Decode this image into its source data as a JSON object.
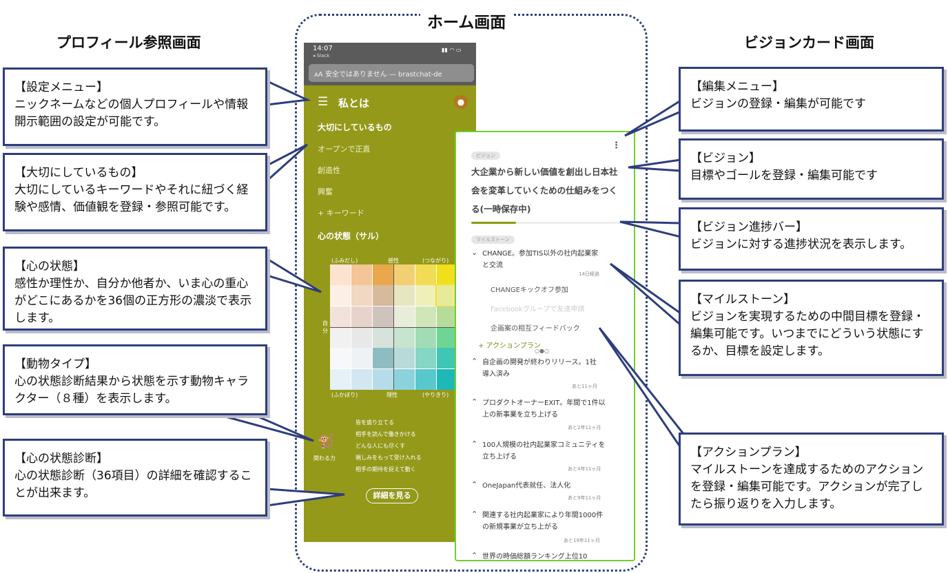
{
  "sections": {
    "profile_title": "プロフィール参照画面",
    "home_title": "ホーム画面",
    "vision_title": "ビジョンカード画面"
  },
  "callouts": {
    "settings_menu": {
      "title": "【設定メニュー】",
      "body": "ニックネームなどの個人プロフィールや情報開示範囲の設定が可能です。"
    },
    "values": {
      "title": "【大切にしているもの】",
      "body": "大切にしているキーワードやそれに紐づく経験や感情、価値観を登録・参照可能です。"
    },
    "mind_state": {
      "title": "【心の状態】",
      "body": "感性か理性か、自分か他者か、いま心の重心がどこにあるかを36個の正方形の濃淡で表示します。"
    },
    "animal_type": {
      "title": "【動物タイプ】",
      "body": "心の状態診断結果から状態を示す動物キャラクター（８種）を表示します。"
    },
    "mind_diagnosis": {
      "title": "【心の状態診断】",
      "body": "心の状態診断（36項目）の詳細を確認することが出来ます。"
    },
    "edit_menu": {
      "title": "【編集メニュー】",
      "body": "ビジョンの登録・編集が可能です"
    },
    "vision": {
      "title": "【ビジョン】",
      "body": "目標やゴールを登録・編集可能です"
    },
    "vision_progress": {
      "title": "【ビジョン進捗バー】",
      "body": "ビジョンに対する進捗状況を表示します。"
    },
    "milestone": {
      "title": "【マイルストーン】",
      "body": "ビジョンを実現するための中間目標を登録・編集可能です。いつまでにどういう状態にするか、目標を設定します。"
    },
    "action_plan": {
      "title": "【アクションプラン】",
      "body": "マイルストーンを達成するためのアクションを登録・編集可能です。アクションが完了したら振り返りを入力します。"
    }
  },
  "phone": {
    "status_time": "14:07",
    "status_back": "◂ Slack",
    "url_text": "ᴀA  安全ではありません — brastchat-de",
    "header_title": "私とは",
    "values_heading": "大切にしているもの",
    "keywords": [
      "オープンで正直",
      "創造性",
      "興奮"
    ],
    "add_keyword": "+  キーワード",
    "mind_heading": "心の状態（サル）",
    "grid_labels": {
      "top_left": "(ふみだし)",
      "top_center": "感性",
      "top_right": "(つながり)",
      "left_center": "自分",
      "bottom_left": "(ふかぼり)",
      "bottom_center": "理性",
      "bottom_right": "(やりきり)"
    },
    "animal_label": "関わる力",
    "traits": [
      "皆を盛り立てる",
      "相手を読んで働きかける",
      "どんな人にも尽くす",
      "親しみをもって受け入れる",
      "相手の期待を捉えて動く"
    ],
    "details_button": "詳細を見る"
  },
  "card": {
    "vision_tag": "ビジョン",
    "vision_text": "大企業から新しい価値を創出し日本社会を変革していくための仕組みをつくる(一時保存中)",
    "progress": 0.3,
    "milestone_tag": "マイルストーン",
    "milestones": [
      {
        "title": "CHANGE。参加TIS以外の社内起業家と交流",
        "due": "14日経過",
        "expanded": true,
        "actions": [
          "CHANGEキックオフ参加",
          "Facebookグループで友達申請",
          "企画案の相互フィードバック"
        ]
      },
      {
        "title": "自企画の開発が終わりリリース。1社導入済み",
        "due": "あと11ヶ月"
      },
      {
        "title": "プロダクトオーナーEXIT。年間で1件以上の新事業を立ち上げる",
        "due": "あと2年11ヶ月"
      },
      {
        "title": "100人規模の社内起業家コミュニティを立ち上げる",
        "due": "あと4年11ヶ月"
      },
      {
        "title": "OneJapan代表就任、法人化",
        "due": "あと9年11ヶ月"
      },
      {
        "title": "関連する社内起業家により年間1000件の新規事業が立ち上がる",
        "due": "あと19年11ヶ月"
      },
      {
        "title": "世界の時価総額ランキング上位10",
        "due": ""
      }
    ],
    "add_action": "+ アクションプラン",
    "pager": "○●○"
  },
  "colors": {
    "callout_border": "#2e3d7c",
    "phone_bg": "#94991a",
    "card_border": "#6fd02a",
    "progress_fill": "#8a9a12"
  },
  "icons": {
    "menu": "hamburger-icon",
    "avatar": "monkey-avatar-icon",
    "more": "more-vertical-icon",
    "chevron": "chevron-icon",
    "animal": "monkey-icon"
  }
}
